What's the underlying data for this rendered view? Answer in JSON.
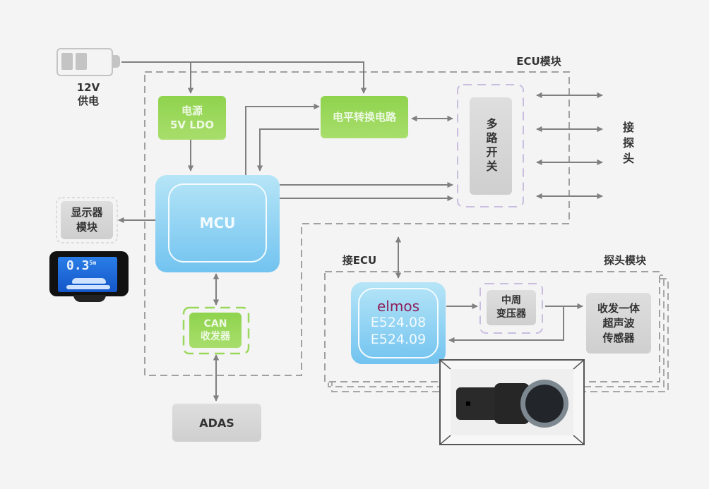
{
  "diagram": {
    "title": "",
    "colors": {
      "background": "#f4f4f4",
      "green_block": "#9ad85c",
      "blue_block": "#8dd0f3",
      "grey_block": "#d6d6d6",
      "arrow": "#808080",
      "dashed_border": "#a0a0a0",
      "purple_dash": "#c9bde0",
      "elmos_brand": "#8e1f5a"
    },
    "power": {
      "label_line1": "12V",
      "label_line2": "供电",
      "icon": "battery-icon"
    },
    "ecu_module": {
      "label": "ECU模块",
      "ldo": {
        "line1": "电源",
        "line2": "5V LDO"
      },
      "level_shifter": {
        "label": "电平转换电路"
      },
      "mcu": {
        "label": "MCU"
      },
      "mux": {
        "label": "多路开关"
      },
      "can": {
        "line1": "CAN",
        "line2": "收发器"
      }
    },
    "probe_connect_label": "接探头",
    "display": {
      "line1": "显示器",
      "line2": "模块",
      "screen_reading": "0.3",
      "screen_unit": "5m"
    },
    "adas": {
      "label": "ADAS"
    },
    "probe_module": {
      "label": "探头模块",
      "ecu_connect_label": "接ECU",
      "chip": {
        "brand": "elmos",
        "part1": "E524.08",
        "part2": "E524.09"
      },
      "transformer": {
        "line1": "中周",
        "line2": "变压器"
      },
      "sensor": {
        "line1": "收发一体",
        "line2": "超声波",
        "line3": "传感器"
      },
      "photo": "ultrasonic-sensor-photo"
    },
    "nodes": [
      "12V供电",
      "电源 5V LDO",
      "电平转换电路",
      "MCU",
      "多路开关",
      "CAN收发器",
      "显示器模块",
      "ADAS",
      "elmos E524.08/E524.09",
      "中周变压器",
      "收发一体超声波传感器"
    ],
    "edges": [
      {
        "from": "12V供电",
        "to": "电源 5V LDO",
        "type": "directed"
      },
      {
        "from": "12V供电",
        "to": "电平转换电路",
        "type": "directed"
      },
      {
        "from": "电源 5V LDO",
        "to": "MCU",
        "type": "directed"
      },
      {
        "from": "MCU",
        "to": "电平转换电路",
        "type": "directed"
      },
      {
        "from": "电平转换电路",
        "to": "MCU",
        "type": "directed"
      },
      {
        "from": "电平转换电路",
        "to": "多路开关",
        "type": "bidirectional"
      },
      {
        "from": "MCU",
        "to": "多路开关",
        "type": "directed",
        "count": 2
      },
      {
        "from": "多路开关",
        "to": "接探头",
        "type": "bidirectional",
        "count": 4
      },
      {
        "from": "MCU",
        "to": "显示器模块",
        "type": "directed"
      },
      {
        "from": "MCU",
        "to": "CAN收发器",
        "type": "bidirectional"
      },
      {
        "from": "CAN收发器",
        "to": "ADAS",
        "type": "bidirectional"
      },
      {
        "from": "接ECU",
        "to": "elmos E524.08/E524.09",
        "type": "bidirectional"
      },
      {
        "from": "elmos E524.08/E524.09",
        "to": "中周变压器",
        "type": "directed"
      },
      {
        "from": "中周变压器",
        "to": "收发一体超声波传感器",
        "type": "directed"
      },
      {
        "from": "收发一体超声波传感器",
        "to": "elmos E524.08/E524.09",
        "type": "directed"
      }
    ]
  }
}
